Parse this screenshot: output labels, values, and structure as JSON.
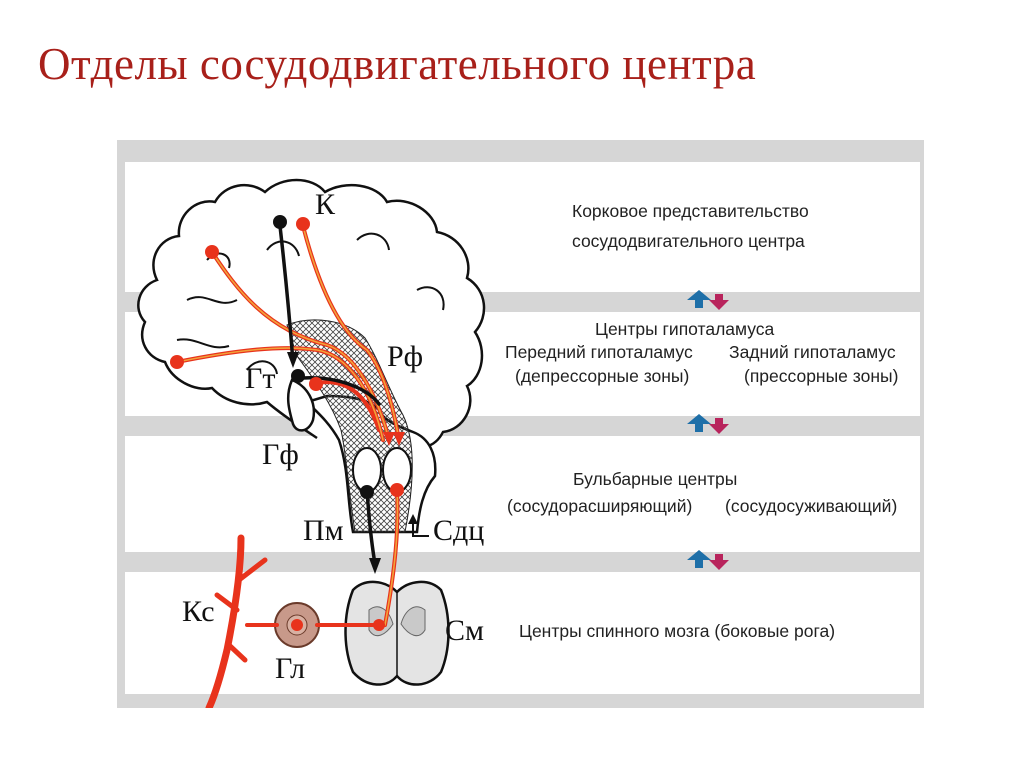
{
  "slide": {
    "title": "Отделы сосудодвигательного центра"
  },
  "levels": {
    "cortex": {
      "line1": "Корковое представительство",
      "line2": "сосудодвигательного центра"
    },
    "hypothalamus": {
      "title": "Центры гипоталамуса",
      "anterior": "Передний гипоталамус",
      "anterior_zones": "(депрессорные зоны)",
      "posterior": "Задний гипоталамус",
      "posterior_zones": "(прессорные зоны)"
    },
    "bulbar": {
      "title": "Бульбарные центры",
      "dilator": "(сосудорасширяющий)",
      "constrictor": "(сосудосуживающий)"
    },
    "spinal": {
      "title": "Центры спинного мозга (боковые рога)"
    }
  },
  "symbols": {
    "k": "К",
    "rf": "Рф",
    "gt": "Гт",
    "gf": "Гф",
    "pm": "Пм",
    "sdc": "Сдц",
    "ks": "Кс",
    "gl": "Гл",
    "sm": "См"
  },
  "colors": {
    "title": "#a8201a",
    "pathway_red": "#e8331c",
    "pathway_orange": "#f2a33a",
    "band": "#bdbdbd",
    "arrow_up": "#1e6fa8",
    "arrow_down": "#b8245c"
  }
}
